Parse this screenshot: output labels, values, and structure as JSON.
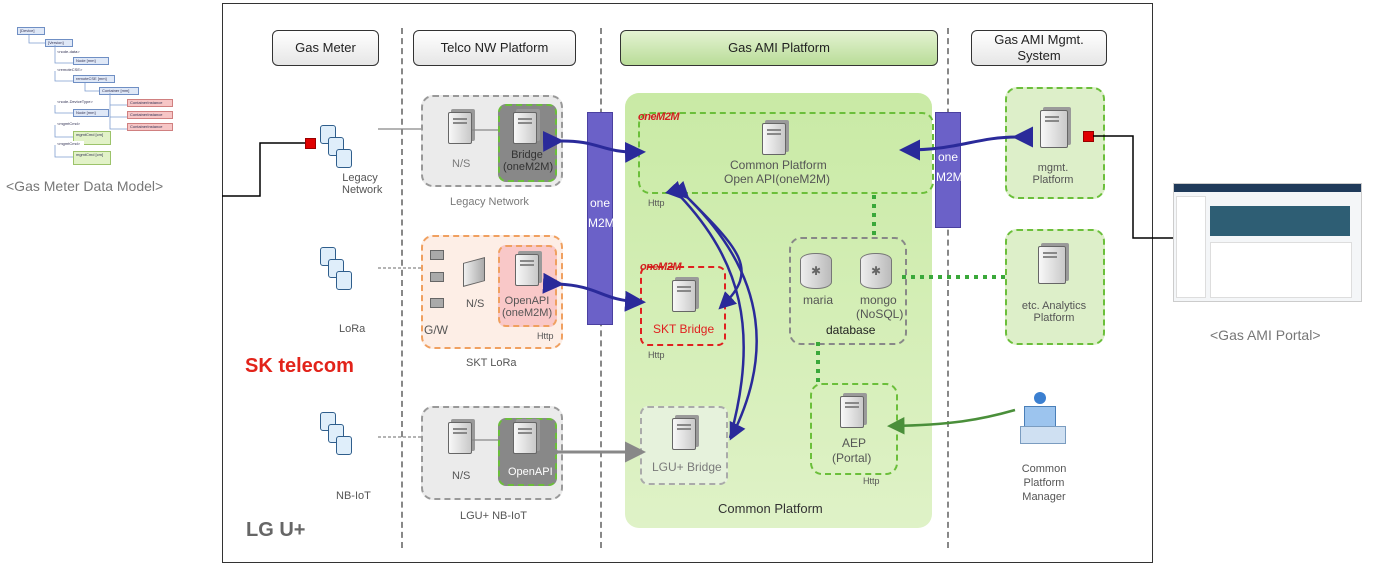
{
  "left_caption": "<Gas Meter Data Model>",
  "right_caption": "<Gas AMI Portal>",
  "columns": {
    "gas_meter": "Gas Meter",
    "telco": "Telco NW Platform",
    "ami": "Gas AMI Platform",
    "mgmt": "Gas AMI Mgmt. System"
  },
  "meters": {
    "legacy": "Legacy Network",
    "lora": "LoRa",
    "nbiot": "NB-IoT"
  },
  "telco": {
    "ns": "N/S",
    "bridge": "Bridge (oneM2M)",
    "legacy_caption": "Legacy Network",
    "gw": "G/W",
    "openapi_onem2m": "OpenAPI (oneM2M)",
    "http": "Http",
    "lora_caption": "SKT LoRa",
    "openapi": "OpenAPI",
    "nbiot_caption": "LGU+ NB-IoT"
  },
  "m2m": {
    "one": "one",
    "m2m": "M2M"
  },
  "ami": {
    "onem2m_logo": "oneM2M",
    "common_platform": "Common Platform",
    "open_api": "Open API(oneM2M)",
    "http": "Http",
    "skt_bridge": "SKT Bridge",
    "lgu_bridge": "LGU+ Bridge",
    "maria": "maria",
    "mongo": "mongo",
    "nosql": "(NoSQL)",
    "database": "database",
    "aep": "AEP",
    "portal": "(Portal)",
    "panel_title": "Common Platform"
  },
  "mgmt": {
    "mgmt_platform": "mgmt. Platform",
    "analytics": "etc. Analytics Platform",
    "manager": "Common Platform Manager"
  },
  "brands": {
    "sk": "SK telecom",
    "lg": "LG U+"
  },
  "thumb_items": [
    "[Device]",
    "[Version]",
    "<node-data>",
    "Node [mm]",
    "<remoteCSE>",
    "remoteCSE [mm]",
    "Container [mm]",
    "ContainerInstance",
    "<node-DeviceType>",
    "<mgmtCmd>",
    "mgmtCmd [cm]"
  ],
  "colors": {
    "m2m": "#6b61c8",
    "link_blue": "#2a2a9a",
    "panel_green": "#c9eaa5",
    "red": "#e00000"
  }
}
